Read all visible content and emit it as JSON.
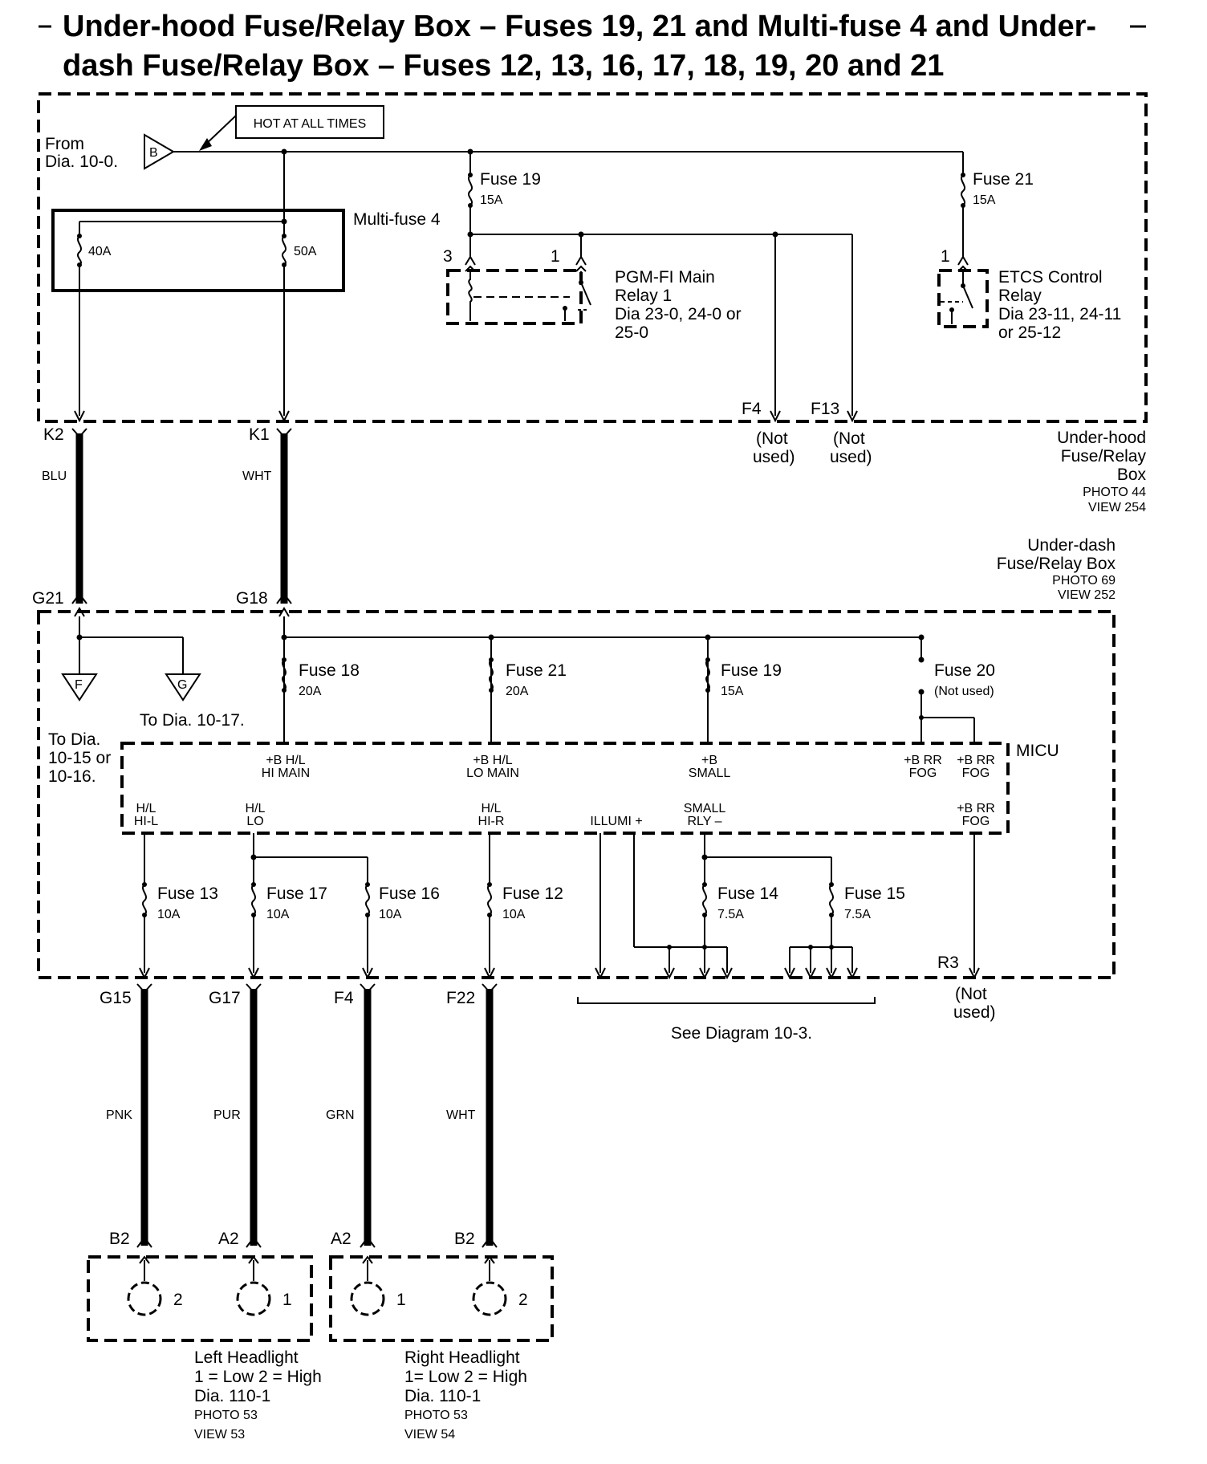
{
  "title": {
    "line1": "Under-hood Fuse/Relay Box – Fuses 19, 21 and Multi-fuse 4 and Under-",
    "line2": "dash Fuse/Relay Box – Fuses 12, 13, 16, 17, 18, 19, 20 and 21"
  },
  "source": {
    "from_line1": "From",
    "from_line2": "Dia. 10-0.",
    "terminal": "B",
    "hot_label": "HOT AT ALL TIMES"
  },
  "underhood": {
    "multifuse": {
      "label": "Multi-fuse 4",
      "f1": "40A",
      "f2": "50A"
    },
    "fuse19": {
      "name": "Fuse 19",
      "rating": "15A"
    },
    "fuse21": {
      "name": "Fuse 21",
      "rating": "15A"
    },
    "pgm_relay": {
      "pin_a": "3",
      "pin_b": "1",
      "line1": "PGM-FI Main",
      "line2": "Relay 1",
      "line3": "Dia 23-0, 24-0 or",
      "line4": "25-0"
    },
    "etcs_relay": {
      "pin": "1",
      "line1": "ETCS Control",
      "line2": "Relay",
      "line3": "Dia 23-11, 24-11",
      "line4": "or 25-12"
    },
    "f4": {
      "pin": "F4",
      "line1": "(Not",
      "line2": "used)"
    },
    "f13": {
      "pin": "F13",
      "line1": "(Not",
      "line2": "used)"
    },
    "box": {
      "line1": "Under-hood",
      "line2": "Fuse/Relay",
      "line3": "Box",
      "photo": "PHOTO 44",
      "view": "VIEW 254"
    }
  },
  "harness_top": {
    "k2": "K2",
    "k1": "K1",
    "blu": "BLU",
    "wht": "WHT",
    "g21": "G21",
    "g18": "G18"
  },
  "underdash": {
    "box": {
      "line1": "Under-dash",
      "line2": "Fuse/Relay Box",
      "photo": "PHOTO 69",
      "view": "VIEW 252"
    },
    "ground_f": "F",
    "ground_g": "G",
    "to_dia_1017": "To Dia. 10-17.",
    "to_dia_line1": "To Dia.",
    "to_dia_line2": "10-15 or",
    "to_dia_line3": "10-16.",
    "fuse18": {
      "name": "Fuse 18",
      "rating": "20A"
    },
    "fuse21": {
      "name": "Fuse 21",
      "rating": "20A"
    },
    "fuse19": {
      "name": "Fuse 19",
      "rating": "15A"
    },
    "fuse20": {
      "name": "Fuse 20",
      "rating": "(Not used)"
    },
    "micu": {
      "label": "MICU",
      "hl_main_1": "+B H/L",
      "hl_main_2": "HI MAIN",
      "lo_main_1": "+B H/L",
      "lo_main_2": "LO MAIN",
      "small_1": "+B",
      "small_2": "SMALL",
      "rrfog1_1": "+B RR",
      "rrfog1_2": "FOG",
      "rrfog2_1": "+B RR",
      "rrfog2_2": "FOG",
      "hil_1": "H/L",
      "hil_2": "HI-L",
      "lo_1": "H/L",
      "lo_2": "LO",
      "hir_1": "H/L",
      "hir_2": "HI-R",
      "illumi": "ILLUMI +",
      "smallrly_1": "SMALL",
      "smallrly_2": "RLY –",
      "rrfog3_1": "+B RR",
      "rrfog3_2": "FOG"
    },
    "fuse13": {
      "name": "Fuse 13",
      "rating": "10A"
    },
    "fuse17": {
      "name": "Fuse 17",
      "rating": "10A"
    },
    "fuse16": {
      "name": "Fuse 16",
      "rating": "10A"
    },
    "fuse12": {
      "name": "Fuse 12",
      "rating": "10A"
    },
    "fuse14": {
      "name": "Fuse 14",
      "rating": "7.5A"
    },
    "fuse15": {
      "name": "Fuse 15",
      "rating": "7.5A"
    },
    "r3": {
      "pin": "R3",
      "line1": "(Not",
      "line2": "used)"
    },
    "see_diagram": "See Diagram  10-3."
  },
  "harness_bottom": {
    "g15": "G15",
    "g17": "G17",
    "f4": "F4",
    "f22": "F22",
    "pnk": "PNK",
    "pur": "PUR",
    "grn": "GRN",
    "wht": "WHT",
    "b2_left": "B2",
    "a2_left": "A2",
    "a2_right": "A2",
    "b2_right": "B2"
  },
  "headlights": {
    "left": {
      "lamp_a": "2",
      "lamp_b": "1",
      "line1": "Left Headlight",
      "line2": "1 = Low 2 = High",
      "line3": "Dia. 110-1",
      "photo": "PHOTO 53",
      "view": "VIEW 53"
    },
    "right": {
      "lamp_a": "1",
      "lamp_b": "2",
      "line1": "Right Headlight",
      "line2": "1= Low 2 = High",
      "line3": "Dia. 110-1",
      "photo": "PHOTO 53",
      "view": "VIEW 54"
    }
  }
}
